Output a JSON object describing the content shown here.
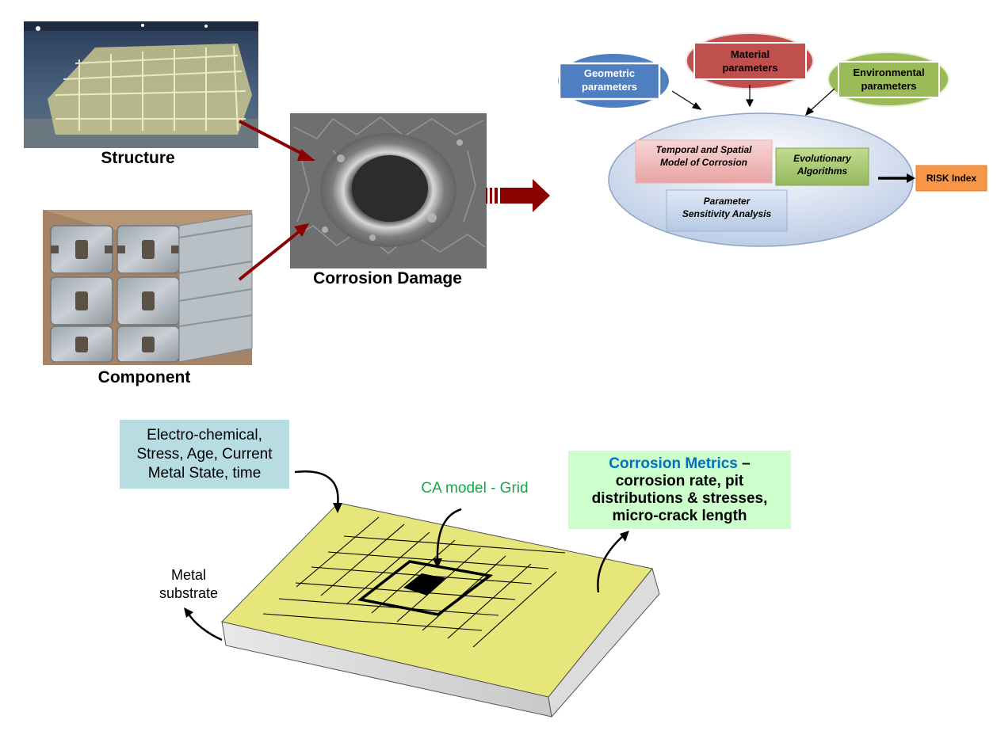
{
  "captions": {
    "structure": "Structure",
    "component": "Component",
    "corrosion_damage": "Corrosion Damage"
  },
  "model": {
    "geometric": [
      "Geometric",
      "parameters"
    ],
    "material": [
      "Material",
      "parameters"
    ],
    "environmental": [
      "Environmental",
      "parameters"
    ],
    "temporal": [
      "Temporal and Spatial",
      "Model of Corrosion"
    ],
    "evolutionary": [
      "Evolutionary",
      "Algorithms"
    ],
    "sensitivity": [
      "Parameter",
      "Sensitivity Analysis"
    ],
    "risk": "RISK Index"
  },
  "ca": {
    "inputs_lines": [
      "Electro-chemical,",
      "Stress, Age, Current",
      "Metal State, time"
    ],
    "grid_label": "CA model - Grid",
    "metrics_title": "Corrosion Metrics",
    "metrics_dash": " –",
    "metrics_lines": [
      "corrosion rate, pit",
      "distributions & stresses,",
      "micro-crack length"
    ],
    "substrate_lines": [
      "Metal",
      "substrate"
    ]
  },
  "colors": {
    "arrow_red": "#8b0000",
    "geometric_fill": "#4f7fc0",
    "material_fill": "#c0504d",
    "environmental_fill": "#9bbb59",
    "risk_fill": "#f79646",
    "metrics_title": "#0070c0",
    "grid_label": "#19a64b",
    "slab_top": "#e6e67a"
  },
  "icons": [
    "structure-photo",
    "component-photo",
    "corrosion-photo",
    "red-arrow",
    "black-arrow"
  ]
}
